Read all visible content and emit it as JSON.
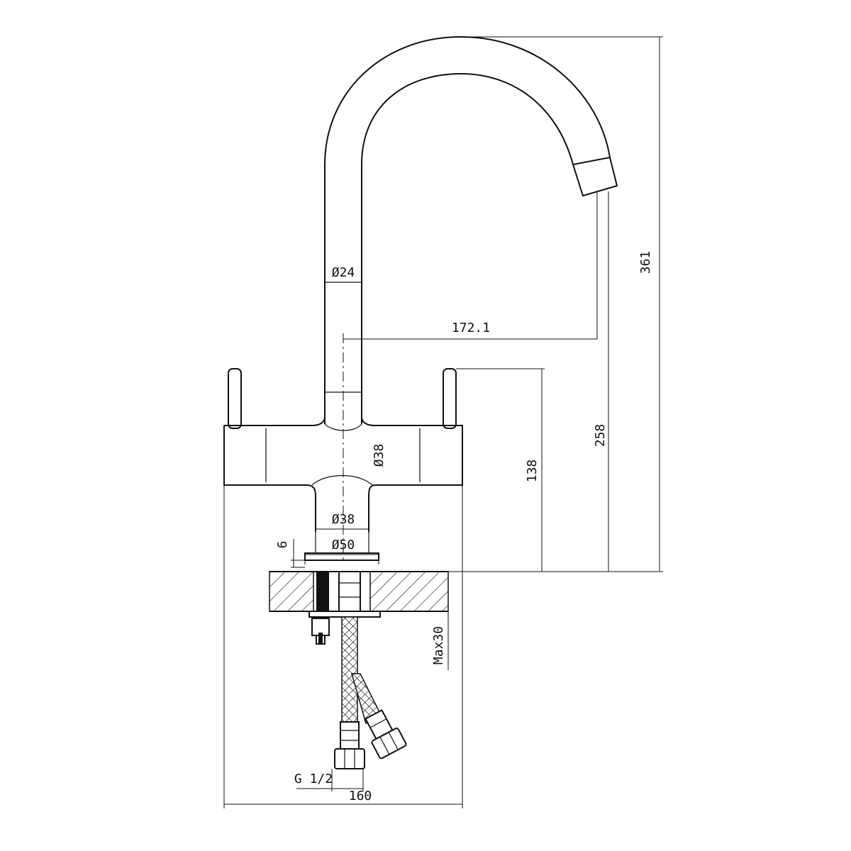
{
  "drawing": {
    "dimensions": {
      "height_overall": "361",
      "height_spout": "258",
      "height_body": "138",
      "reach": "172.1",
      "spout_diameter": "Ø24",
      "body_diameter": "Ø38",
      "column_diameter": "Ø38",
      "base_diameter": "Ø50",
      "base_thickness": "6",
      "max_deck": "Max30",
      "thread": "G 1/2",
      "width": "160"
    }
  }
}
